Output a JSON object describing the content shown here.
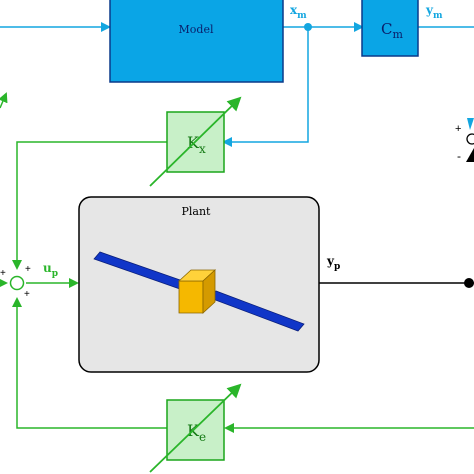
{
  "blocks": {
    "model": {
      "label": "Model",
      "fill": "#0aa5e6",
      "stroke": "#0a3a8a"
    },
    "cm": {
      "base": "C",
      "sub": "m",
      "fill": "#0aa5e6",
      "stroke": "#0a3a8a"
    },
    "kx": {
      "base": "K",
      "sub": "x",
      "fill": "#c8f0c8",
      "stroke": "#1aa51a"
    },
    "ke": {
      "base": "K",
      "sub": "e",
      "fill": "#c8f0c8",
      "stroke": "#1aa51a"
    },
    "plant": {
      "label": "Plant",
      "fill": "#e6e6e6",
      "stroke": "#000000"
    }
  },
  "signals": {
    "xm": {
      "base": "x",
      "sub": "m"
    },
    "ym": {
      "base": "y",
      "sub": "m"
    },
    "up": {
      "base": "u",
      "sub": "p"
    },
    "yp": {
      "base": "y",
      "sub": "p"
    }
  },
  "sum": {
    "signs": [
      "+",
      "+",
      "+"
    ],
    "right_signs": [
      "+",
      "-"
    ]
  },
  "colors": {
    "model_line": "#13a6e0",
    "plant_line": "#2ab52a",
    "output_line": "#000000",
    "satellite_panel": "#1036c8",
    "satellite_body": "#f5b800"
  }
}
